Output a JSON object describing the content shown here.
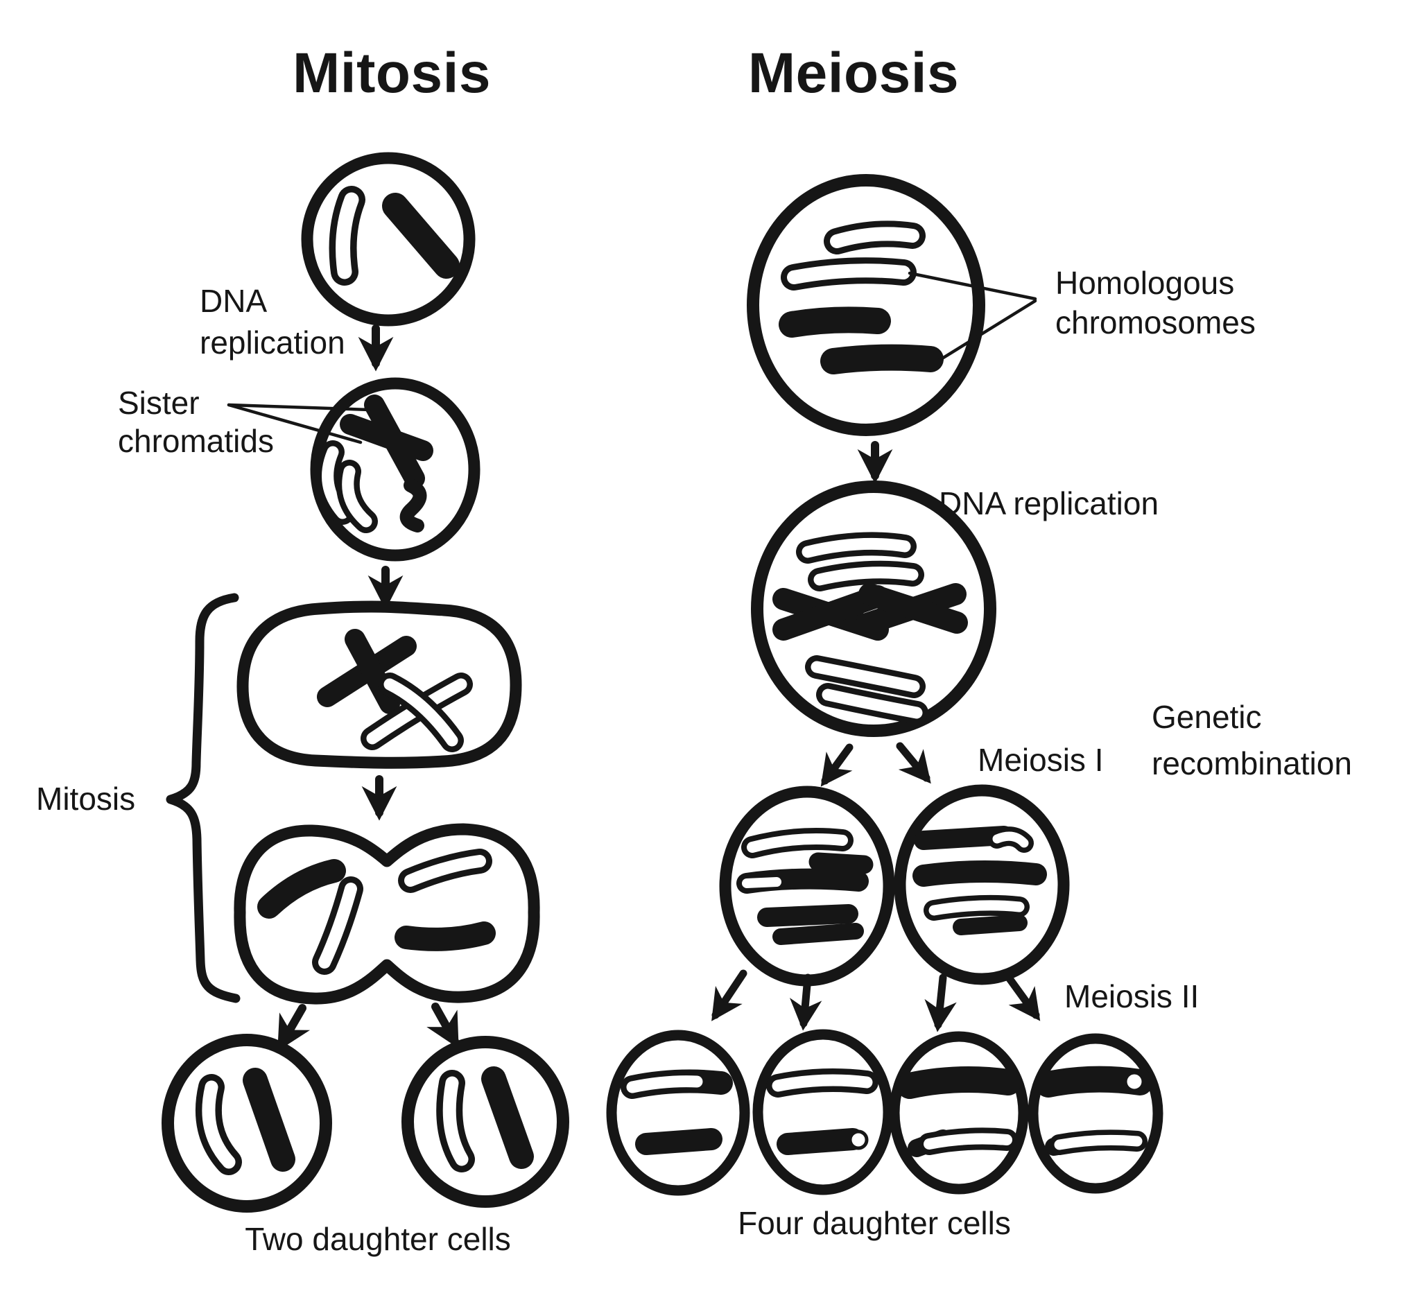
{
  "colors": {
    "ink": "#161616",
    "paper": "#ffffff"
  },
  "titles": {
    "mitosis": "Mitosis",
    "meiosis": "Meiosis"
  },
  "mitosis_column": {
    "dna_replication_line1": "DNA",
    "dna_replication_line2": "replication",
    "sister_chromatids_line1": "Sister",
    "sister_chromatids_line2": "chromatids",
    "phase_label": "Mitosis",
    "result_label": "Two daughter cells"
  },
  "meiosis_column": {
    "homologous_line1": "Homologous",
    "homologous_line2": "chromosomes",
    "dna_replication": "DNA replication",
    "meiosis_i": "Meiosis I",
    "genetic_line1": "Genetic",
    "genetic_line2": "recombination",
    "meiosis_ii": "Meiosis II",
    "result_label": "Four daughter cells"
  }
}
